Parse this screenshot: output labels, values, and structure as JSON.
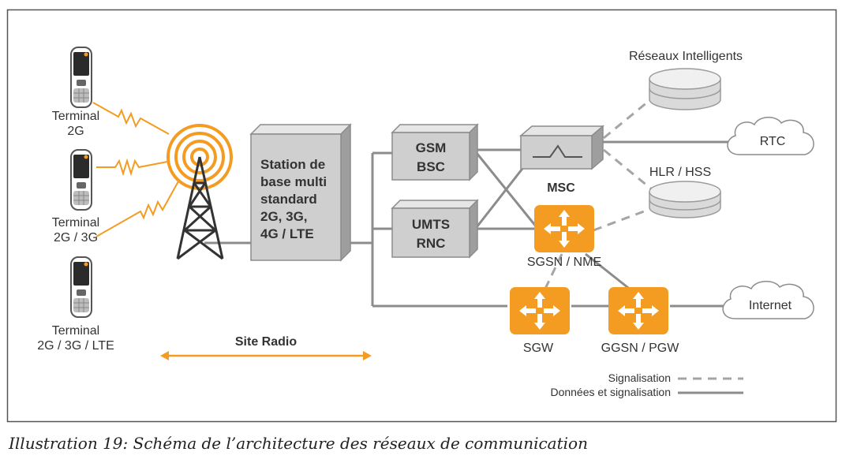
{
  "colors": {
    "accent": "#F39C21",
    "box_gray": "#CFCFCF",
    "line_gray": "#8C8C8C",
    "text": "#333333"
  },
  "terminals": [
    {
      "line1": "Terminal",
      "line2": "2G"
    },
    {
      "line1": "Terminal",
      "line2": "2G / 3G"
    },
    {
      "line1": "Terminal",
      "line2": "2G / 3G / LTE"
    }
  ],
  "base_station": [
    "Station de",
    "base multi",
    "standard",
    "2G, 3G,",
    "4G / LTE"
  ],
  "gsm_bsc": [
    "GSM",
    "BSC"
  ],
  "umts_rnc": [
    "UMTS",
    "RNC"
  ],
  "msc": "MSC",
  "sgsn": "SGSN / NME",
  "sgw": "SGW",
  "ggsn": "GGSN / PGW",
  "intelligent_networks": "Réseaux Intelligents",
  "hlr": "HLR / HSS",
  "rtc": "RTC",
  "internet": "Internet",
  "site_radio": "Site Radio",
  "legend": {
    "signalisation": "Signalisation",
    "data_signalisation": "Données et signalisation"
  },
  "caption": "Illustration 19: Schéma de l’architecture des réseaux de communication"
}
